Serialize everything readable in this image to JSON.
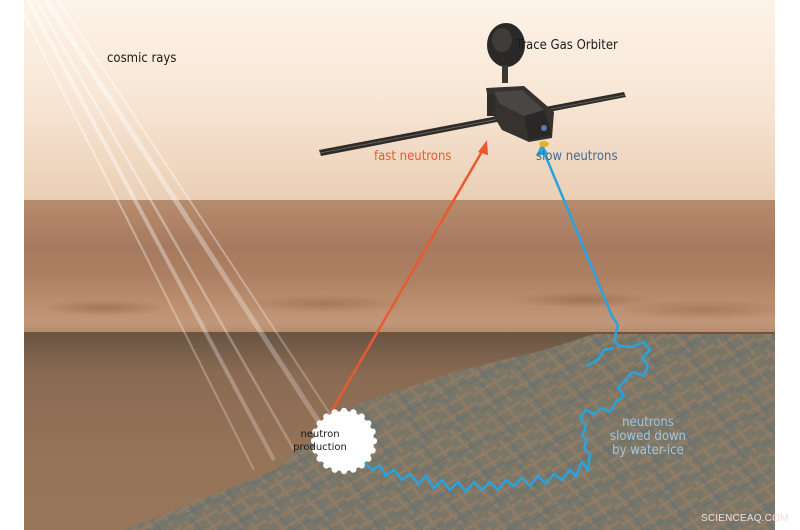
{
  "diagram": {
    "labels": {
      "cosmic_rays": "cosmic rays",
      "spacecraft": "Trace Gas Orbiter",
      "fast_neutrons": "fast neutrons",
      "slow_neutrons": "slow neutrons",
      "neutron_production_line1": "neutron",
      "neutron_production_line2": "production",
      "ice_line1": "neutrons",
      "ice_line2": "slowed down",
      "ice_line3": "by water-ice"
    },
    "colors": {
      "fast_neutron_path": "#e85a2f",
      "slow_neutron_path": "#2aa3dc",
      "slow_label": "#3f6b8f",
      "ice_label": "#9ec6e0",
      "sky_top": "#fdf3e8",
      "subsurface": "#957358"
    }
  },
  "watermark": "SCIENCEAQ.COM"
}
